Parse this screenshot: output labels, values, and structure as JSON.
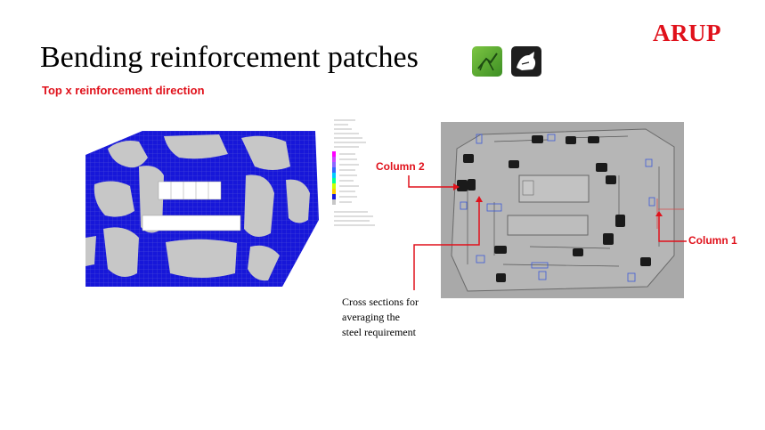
{
  "slide": {
    "title": "Bending reinforcement patches",
    "subtitle": "Top x reinforcement direction",
    "logo": "ARUP",
    "icons": [
      "grasshopper-icon",
      "rhino-icon"
    ],
    "callouts": {
      "column2": "Column 2",
      "column1": "Column 1"
    },
    "note": [
      "Cross sections for",
      "averaging the",
      "steel requirement"
    ]
  },
  "colors": {
    "accent": "#e0111b",
    "reinforcement": "#1717d9",
    "plate": "#c7c7c7"
  }
}
